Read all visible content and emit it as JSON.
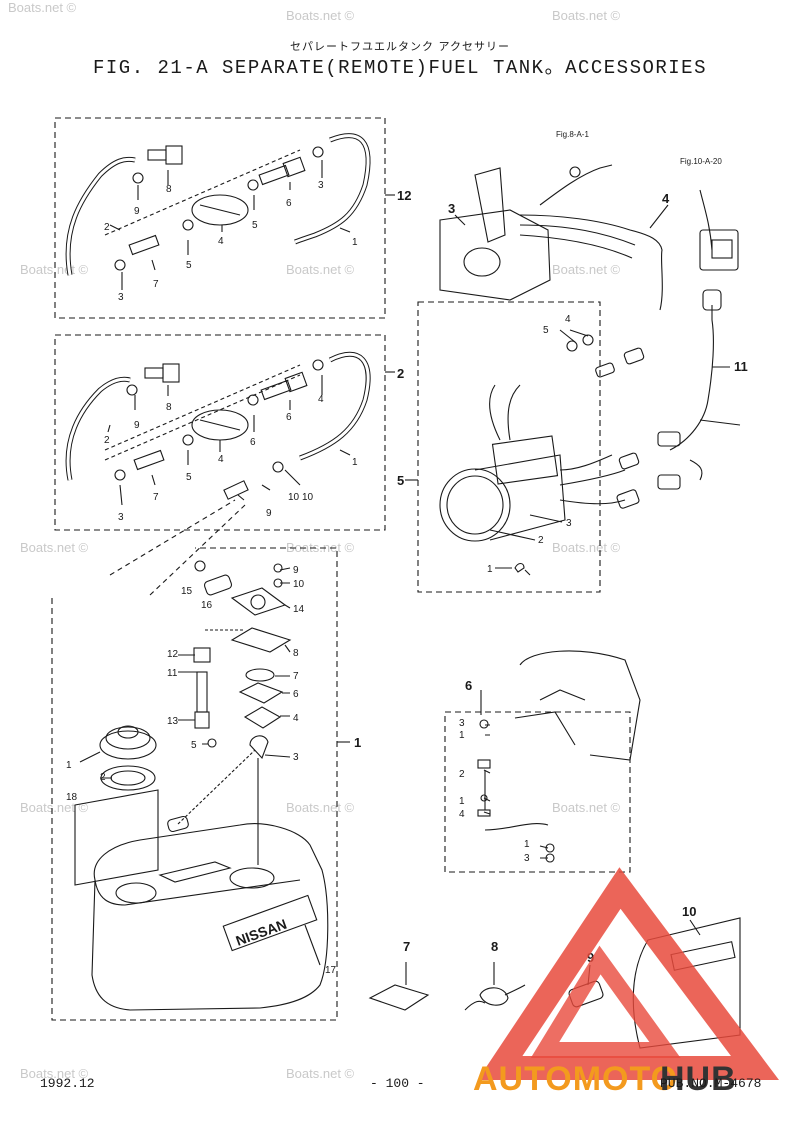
{
  "header": {
    "title_jp": "セパレートフユエルタンク アクセサリー",
    "title": "FIG. 21-A SEPARATE(REMOTE)FUEL TANK。ACCESSORIES"
  },
  "footer": {
    "date": "1992.12",
    "page": "- 100 -",
    "pub_no": "PUB.NO.M-4678"
  },
  "watermark": {
    "text": "Boats.net ©"
  },
  "brand": {
    "part1": "AUTOMOTO",
    "part2": "HUB",
    "color_red": "#e84a3c",
    "color_orange": "#f39a1e",
    "color_dark": "#333333"
  },
  "references": {
    "fig_8": "Fig.8-A-1",
    "fig_10": "Fig.10-A-20"
  },
  "tank": {
    "logo": "NISSAN"
  },
  "part_numbers": {
    "group_12": [
      "12",
      "1",
      "2",
      "3",
      "3",
      "4",
      "5",
      "5",
      "6",
      "7",
      "8",
      "9"
    ],
    "group_2": [
      "2",
      "1",
      "2",
      "3",
      "4",
      "4",
      "5",
      "6",
      "6",
      "7",
      "8",
      "9",
      "9",
      "10",
      "10"
    ],
    "group_1": [
      "1",
      "1",
      "2",
      "3",
      "4",
      "5",
      "6",
      "7",
      "8",
      "9",
      "10",
      "11",
      "12",
      "13",
      "14",
      "15",
      "16",
      "17",
      "18"
    ],
    "group_5": [
      "5",
      "1",
      "2",
      "3",
      "4",
      "5"
    ],
    "group_6": [
      "6",
      "1",
      "1",
      "1",
      "2",
      "3",
      "3",
      "4"
    ],
    "standalone": [
      "3",
      "4",
      "11",
      "7",
      "8",
      "9",
      "10"
    ]
  }
}
